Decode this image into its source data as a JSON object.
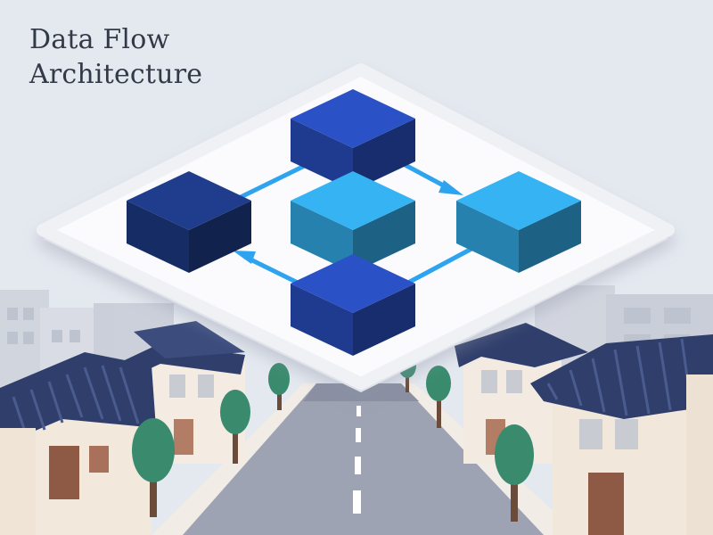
{
  "title": {
    "line1": "Data Flow",
    "line2": "Architecture"
  },
  "colors": {
    "background": "#e4e8ef",
    "platform": "#fbfbfd",
    "block_navy": "#1f3d8c",
    "block_royal": "#2a52c6",
    "block_sky": "#35b3f2",
    "arrow": "#2ea3ef",
    "roof": "#2f3e6b",
    "tree": "#3a8b6e",
    "road": "#9ea3b3"
  },
  "diagram": {
    "nodes": [
      {
        "id": "top",
        "color": "block_royal"
      },
      {
        "id": "left",
        "color": "block_navy"
      },
      {
        "id": "center",
        "color": "block_sky"
      },
      {
        "id": "right",
        "color": "block_sky"
      },
      {
        "id": "bottom",
        "color": "block_royal"
      }
    ],
    "edges": [
      {
        "from": "left",
        "to": "top",
        "arrowhead": "none"
      },
      {
        "from": "top",
        "to": "right",
        "arrowhead": "end"
      },
      {
        "from": "right",
        "to": "bottom",
        "arrowhead": "none"
      },
      {
        "from": "bottom",
        "to": "left",
        "arrowhead": "end"
      }
    ]
  },
  "scene": {
    "background": "street with traditional tiled-roof houses, trees and a road"
  }
}
